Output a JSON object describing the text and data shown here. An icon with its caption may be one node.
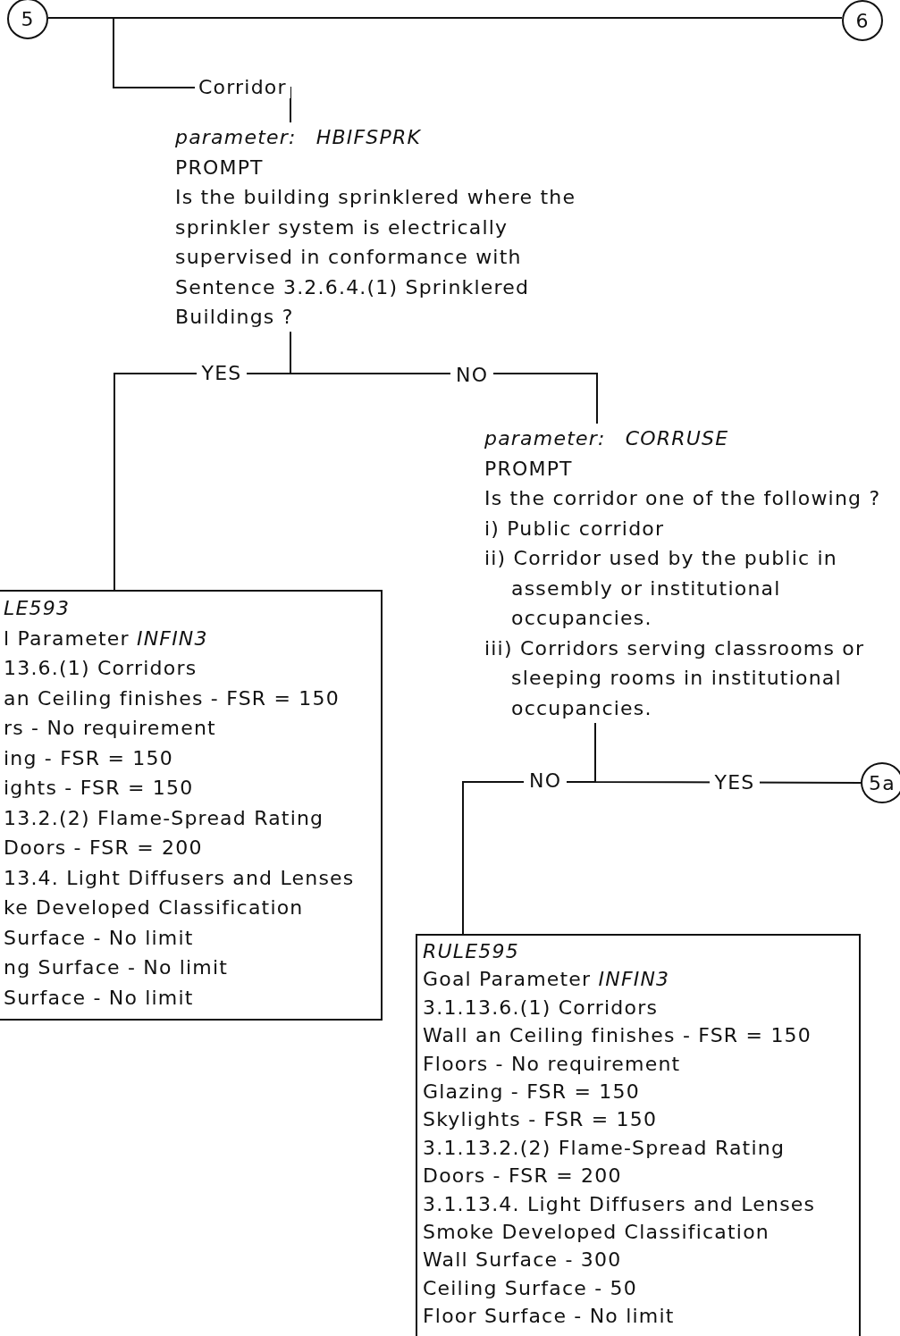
{
  "diagram": {
    "nodes": [
      {
        "text": [
          "5"
        ]
      },
      {
        "text": [
          "6"
        ]
      },
      {
        "text": [
          "Corridor"
        ]
      },
      {
        "text": [
          "parameter: HBIFSPRK",
          "PROMPT",
          "Is the building sprinklered where the sprinkler system is electrically supervised in conformance with Sentence 3.2.6.4.(1) Sprinklered Buildings ?"
        ]
      },
      {
        "text": [
          "parameter: CORRUSE",
          "PROMPT",
          "Is the corridor one of the following ?",
          "i) Public corridor",
          "ii) Corridor used by the public in assembly or institutional occupancies.",
          "iii) Corridors serving classrooms or sleeping rooms in institutional occupancies."
        ]
      },
      {
        "text": [
          "LE593",
          "l Parameter *INFIN3*",
          "13.6.(1) Corridors",
          "an Ceiling finishes - FSR = 150",
          "rs - No requirement",
          "ing - FSR = 150",
          "ights - FSR = 150",
          "13.2.(2) Flame-Spread Rating",
          "Doors - FSR = 200",
          "13.4. Light Diffusers and Lenses",
          "ke Developed Classification",
          "Surface - No limit",
          "ng Surface - No limit",
          "Surface - No limit"
        ]
      },
      {
        "text": [
          "5a"
        ]
      },
      {
        "text": [
          "RULE595",
          "Goal Parameter *INFIN3*",
          "3.1.13.6.(1) Corridors",
          "Wall an Ceiling finishes - FSR = 150",
          "Floors - No requirement",
          "Glazing - FSR = 150",
          "Skylights - FSR = 150",
          "3.1.13.2.(2) Flame-Spread Rating",
          "Doors - FSR = 200",
          "3.1.13.4. Light Diffusers and Lenses",
          "Smoke Developed Classification",
          "Wall Surface - 300",
          "Ceiling Surface - 50",
          "Floor Surface - No limit"
        ]
      }
    ],
    "edges": [
      {
        "from": 0,
        "to": 1,
        "arrow": "none"
      },
      {
        "from": 0,
        "to": 2,
        "arrow": "none"
      },
      {
        "from": 2,
        "to": 3,
        "arrow": "none"
      },
      {
        "from": 3,
        "to": 5,
        "arrow": "none",
        "label": "YES"
      },
      {
        "from": 3,
        "to": 4,
        "arrow": "none",
        "label": "NO"
      },
      {
        "from": 4,
        "to": 7,
        "arrow": "none",
        "label": "NO"
      },
      {
        "from": 4,
        "to": 6,
        "arrow": "none",
        "label": "YES"
      }
    ]
  }
}
